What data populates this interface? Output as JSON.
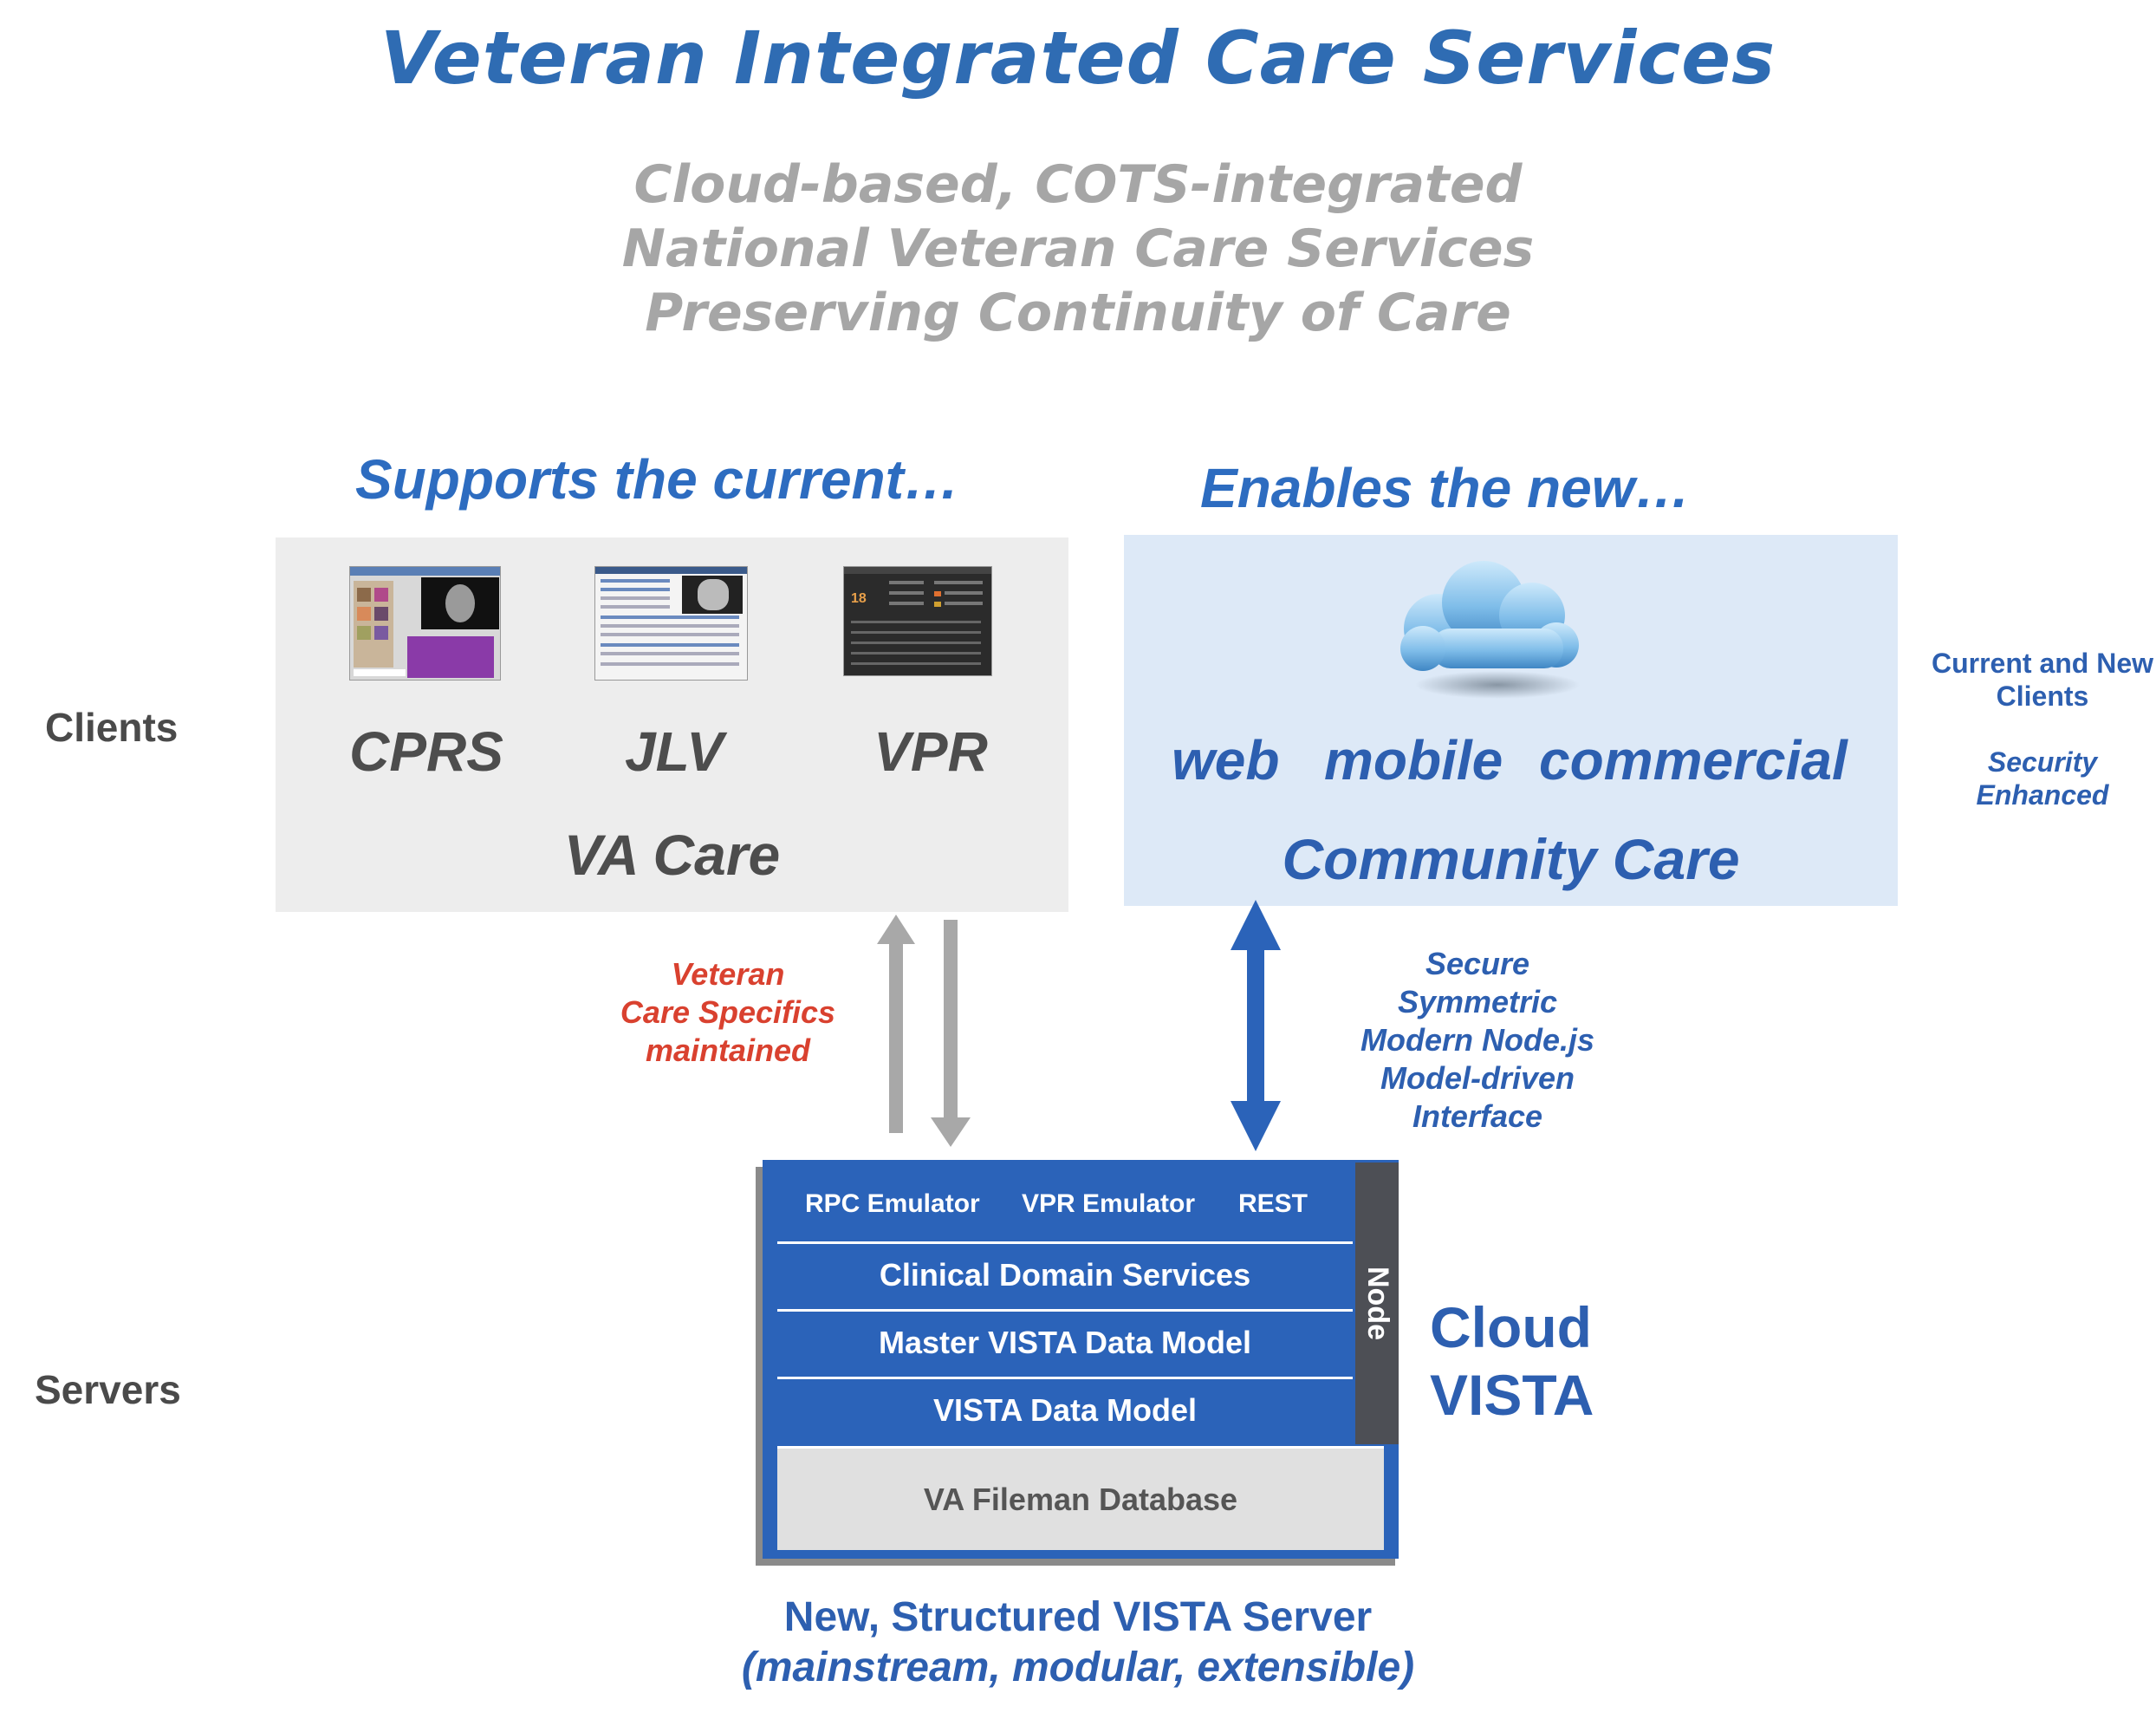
{
  "title": "Veteran Integrated Care Services",
  "subtitle_lines": [
    "Cloud-based, COTS-integrated",
    "National Veteran Care Services",
    "Preserving Continuity of Care"
  ],
  "row_labels": {
    "clients": "Clients",
    "servers": "Servers"
  },
  "current": {
    "heading": "Supports the current…",
    "clients": [
      "CPRS",
      "JLV",
      "VPR"
    ],
    "caption": "VA Care"
  },
  "new": {
    "heading": "Enables the new…",
    "clients": [
      "web",
      "mobile",
      "commercial"
    ],
    "caption": "Community Care"
  },
  "side_note": {
    "line1": "Current and New",
    "line2": "Clients",
    "line3": "Security",
    "line4": "Enhanced"
  },
  "veteran_note": [
    "Veteran",
    "Care Specifics",
    "maintained"
  ],
  "interface_note": [
    "Secure",
    "Symmetric",
    "Modern Node.js",
    "Model-driven",
    "Interface"
  ],
  "server": {
    "emulators": [
      "RPC Emulator",
      "VPR Emulator",
      "REST"
    ],
    "layers": [
      "Clinical Domain Services",
      "Master VISTA Data Model",
      "VISTA Data Model"
    ],
    "node_label": "Node",
    "database": "VA Fileman Database",
    "name_line1": "Cloud",
    "name_line2": "VISTA",
    "caption_line1": "New, Structured VISTA Server",
    "caption_line2": "(mainstream, modular, extensible)"
  },
  "colors": {
    "title_blue": "#2f6cb3",
    "accent_blue": "#2d5fb0",
    "server_blue": "#2b63b9",
    "note_red": "#d9412f",
    "subtitle_gray": "#a6a6a6"
  }
}
